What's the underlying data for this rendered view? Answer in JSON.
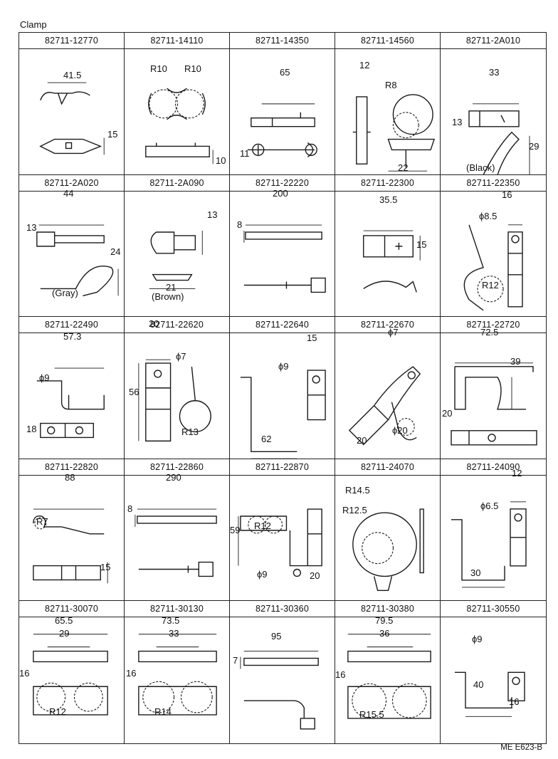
{
  "title": "Clamp",
  "footer": "ME  E623-B",
  "cells": [
    {
      "pn": "82711-12770",
      "labels": [
        "41.5",
        "15"
      ]
    },
    {
      "pn": "82711-14110",
      "labels": [
        "R10",
        "R10",
        "10"
      ]
    },
    {
      "pn": "82711-14350",
      "labels": [
        "65",
        "11"
      ]
    },
    {
      "pn": "82711-14560",
      "labels": [
        "12",
        "R8",
        "22"
      ]
    },
    {
      "pn": "82711-2A010",
      "labels": [
        "33",
        "13",
        "29",
        "(Black)"
      ]
    },
    {
      "pn": "82711-2A020",
      "labels": [
        "44",
        "13",
        "24",
        "(Gray)"
      ]
    },
    {
      "pn": "82711-2A090",
      "labels": [
        "13",
        "21",
        "(Brown)"
      ]
    },
    {
      "pn": "82711-22220",
      "labels": [
        "200",
        "8"
      ]
    },
    {
      "pn": "82711-22300",
      "labels": [
        "35.5",
        "15"
      ]
    },
    {
      "pn": "82711-22350",
      "labels": [
        "16",
        "ϕ8.5",
        "R12"
      ]
    },
    {
      "pn": "82711-22490",
      "labels": [
        "57.3",
        "ϕ9",
        "18"
      ]
    },
    {
      "pn": "82711-22620",
      "labels": [
        "20",
        "56",
        "ϕ7",
        "R13"
      ]
    },
    {
      "pn": "82711-22640",
      "labels": [
        "15",
        "ϕ9",
        "62"
      ]
    },
    {
      "pn": "82711-22670",
      "labels": [
        "ϕ7",
        "20",
        "ϕ20"
      ]
    },
    {
      "pn": "82711-22720",
      "labels": [
        "72.5",
        "39",
        "20"
      ]
    },
    {
      "pn": "82711-22820",
      "labels": [
        "88",
        "R7",
        "15"
      ]
    },
    {
      "pn": "82711-22860",
      "labels": [
        "290",
        "8"
      ]
    },
    {
      "pn": "82711-22870",
      "labels": [
        "59",
        "R12",
        "ϕ9",
        "20"
      ]
    },
    {
      "pn": "82711-24070",
      "labels": [
        "R14.5",
        "R12.5"
      ]
    },
    {
      "pn": "82711-24090",
      "labels": [
        "12",
        "ϕ6.5",
        "30"
      ]
    },
    {
      "pn": "82711-30070",
      "labels": [
        "65.5",
        "29",
        "16",
        "R12"
      ]
    },
    {
      "pn": "82711-30130",
      "labels": [
        "73.5",
        "33",
        "16",
        "R14"
      ]
    },
    {
      "pn": "82711-30360",
      "labels": [
        "95",
        "7"
      ]
    },
    {
      "pn": "82711-30380",
      "labels": [
        "79.5",
        "36",
        "16",
        "R15.5"
      ]
    },
    {
      "pn": "82711-30550",
      "labels": [
        "ϕ9",
        "40",
        "16"
      ]
    }
  ]
}
